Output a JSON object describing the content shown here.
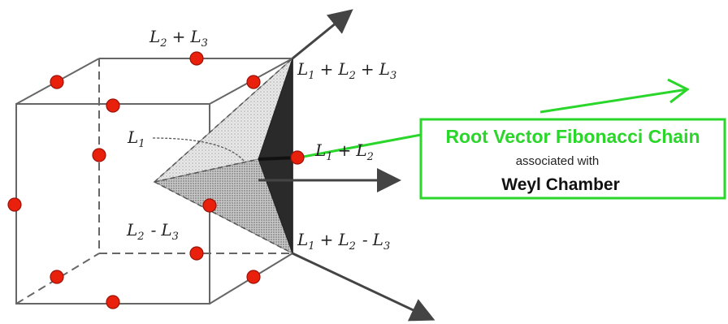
{
  "labels": {
    "top_edge": {
      "a": "L",
      "a_sub": "2",
      "op": "+",
      "b": "L",
      "b_sub": "3"
    },
    "vertex_top": {
      "a": "L",
      "a_sub": "1",
      "op1": "+",
      "b": "L",
      "b_sub": "2",
      "op2": "+",
      "c": "L",
      "c_sub": "3"
    },
    "l1": {
      "a": "L",
      "a_sub": "1"
    },
    "l1_plus_l2": {
      "a": "L",
      "a_sub": "1",
      "op": "+",
      "b": "L",
      "b_sub": "2"
    },
    "l2_minus_l3": {
      "a": "L",
      "a_sub": "2",
      "op": "-",
      "b": "L",
      "b_sub": "3"
    },
    "vertex_bottom": {
      "a": "L",
      "a_sub": "1",
      "op1": "+",
      "b": "L",
      "b_sub": "2",
      "op2": "-",
      "c": "L",
      "c_sub": "3"
    }
  },
  "callout": {
    "title": "Root Vector Fibonacci Chain",
    "middle": "associated with",
    "bottom": "Weyl Chamber"
  },
  "colors": {
    "accent_green": "#2bd62b",
    "root_dot": "#e8200c",
    "edge": "#555555",
    "dark_face": "#2a2a2a"
  }
}
